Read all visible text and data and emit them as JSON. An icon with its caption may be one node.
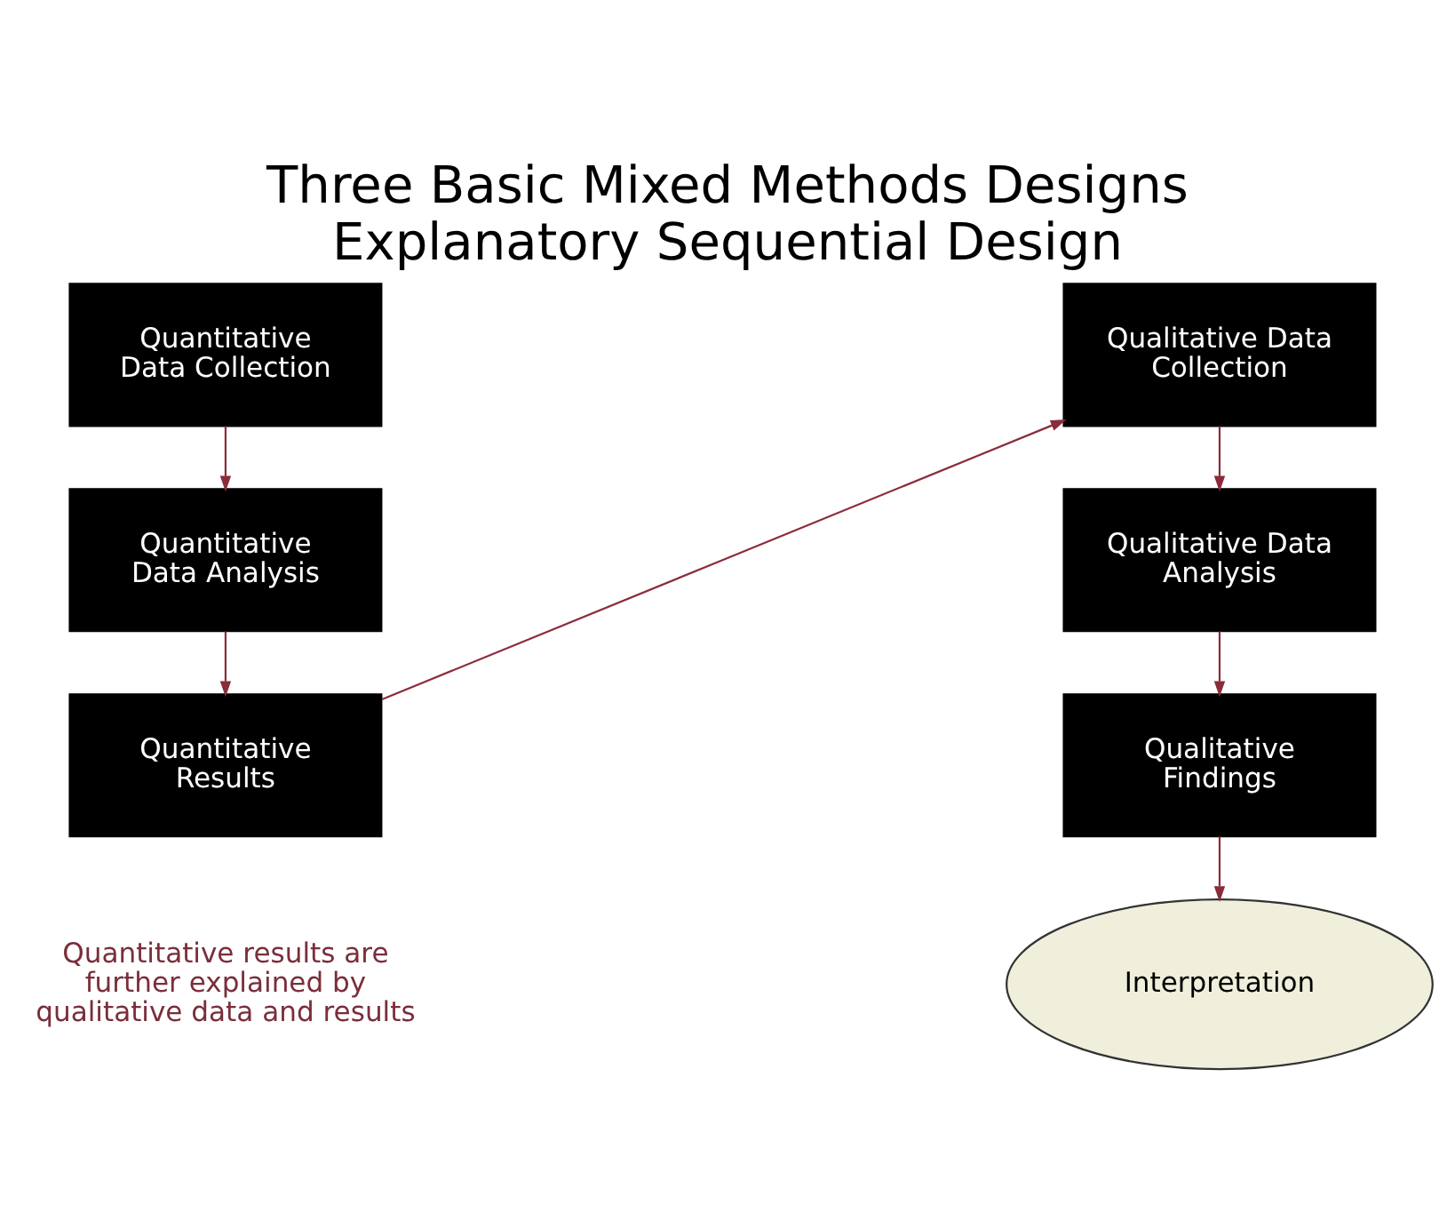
{
  "diagram": {
    "title": "Three Basic Mixed Methods Designs Explanatory Sequential Design",
    "nodes": [
      {
        "text": [
          "Quantitative Data Collection"
        ]
      },
      {
        "text": [
          "Quantitative Data Analysis"
        ]
      },
      {
        "text": [
          "Quantitative Results"
        ]
      },
      {
        "text": [
          "Qualitative Data Collection"
        ]
      },
      {
        "text": [
          "Qualitative Data Analysis"
        ]
      },
      {
        "text": [
          "Qualitative Findings"
        ]
      },
      {
        "text": [
          "Interpretation"
        ]
      }
    ],
    "edges": [
      {
        "from": 0,
        "to": 1,
        "arrow": "to"
      },
      {
        "from": 1,
        "to": 2,
        "arrow": "to"
      },
      {
        "from": 2,
        "to": 3,
        "arrow": "to"
      },
      {
        "from": 3,
        "to": 4,
        "arrow": "to"
      },
      {
        "from": 4,
        "to": 5,
        "arrow": "to"
      },
      {
        "from": 5,
        "to": 6,
        "arrow": "to"
      }
    ],
    "labels": [
      "Quantitative results are further explained by qualitative data and results"
    ]
  }
}
